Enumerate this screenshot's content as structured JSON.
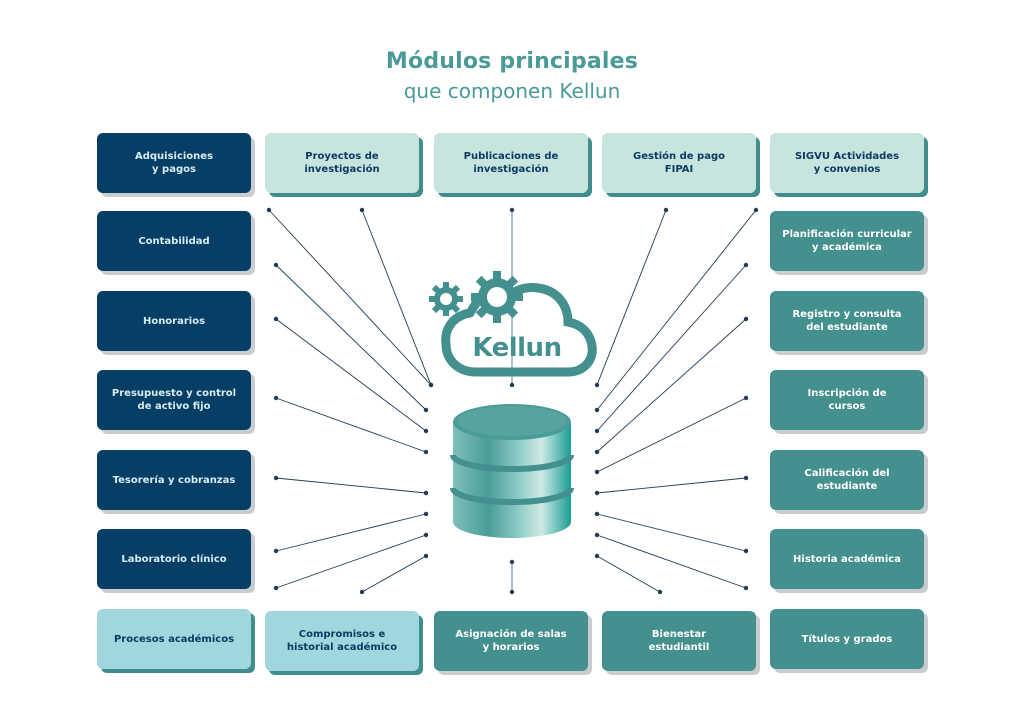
{
  "header": {
    "title": "Módulos principales",
    "subtitle": "que componen Kellun"
  },
  "center": {
    "brand_label": "Kellun",
    "icons": [
      "gear-icon",
      "gear-icon",
      "cloud-icon",
      "database-icon"
    ]
  },
  "colors": {
    "title": "#4a9a98",
    "dark_navy": "#073e66",
    "mint": "#c7e4de",
    "sky": "#a2d6df",
    "teal": "#44908f",
    "connector": "#1f3b55"
  },
  "modules": {
    "top_row": [
      {
        "label": "Adquisiciones\ny pagos",
        "style": "dark"
      },
      {
        "label": "Proyectos de\ninvestigación",
        "style": "mint"
      },
      {
        "label": "Publicaciones de\ninvestigación",
        "style": "mint"
      },
      {
        "label": "Gestión de pago\nFIPAI",
        "style": "mint"
      },
      {
        "label": "SIGVU Actividades\ny convenios",
        "style": "mint"
      }
    ],
    "left_column": [
      {
        "label": "Contabilidad",
        "style": "dark"
      },
      {
        "label": "Honorarios",
        "style": "dark"
      },
      {
        "label": "Presupuesto y control\nde activo fijo",
        "style": "dark"
      },
      {
        "label": "Tesorería y cobranzas",
        "style": "dark"
      },
      {
        "label": "Laboratorio clínico",
        "style": "dark"
      }
    ],
    "right_column": [
      {
        "label": "Planificación curricular\ny académica",
        "style": "teal"
      },
      {
        "label": "Registro y consulta\ndel estudiante",
        "style": "teal"
      },
      {
        "label": "Inscripción de\ncursos",
        "style": "teal"
      },
      {
        "label": "Calificación del\nestudiante",
        "style": "teal"
      },
      {
        "label": "Historia académica",
        "style": "teal"
      }
    ],
    "bottom_row": [
      {
        "label": "Procesos académicos",
        "style": "sky"
      },
      {
        "label": "Compromisos e\nhistorial académico",
        "style": "sky"
      },
      {
        "label": "Asignación de salas\ny horarios",
        "style": "teal"
      },
      {
        "label": "Bienestar\nestudiantil",
        "style": "teal"
      },
      {
        "label": "Títulos y grados",
        "style": "teal"
      }
    ]
  }
}
